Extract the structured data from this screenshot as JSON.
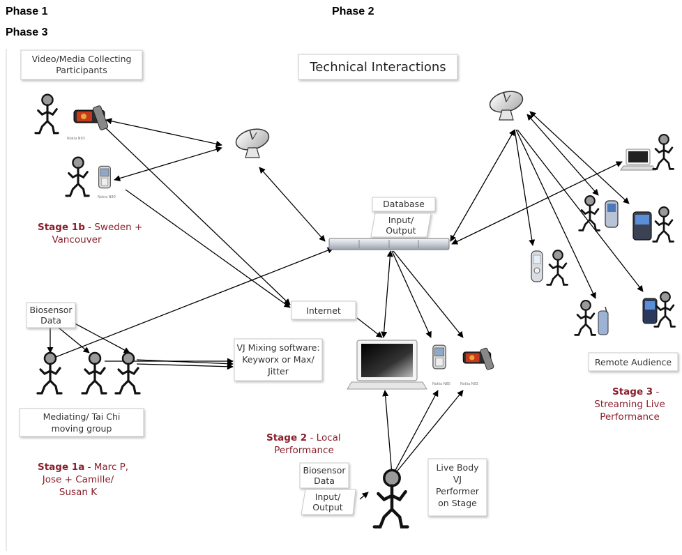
{
  "phases": {
    "phase1": "Phase 1",
    "phase2": "Phase 2",
    "phase3": "Phase 3"
  },
  "title": "Technical Interactions",
  "boxes": {
    "video_media": [
      "Video/Media Collecting",
      "Participants"
    ],
    "database": "Database",
    "db_io": [
      "Input/",
      "Output"
    ],
    "internet": "Internet",
    "biosensor_left": [
      "Biosensor",
      "Data"
    ],
    "vj_mixing": [
      "VJ Mixing software:",
      "Keyworx or Max/",
      "Jitter"
    ],
    "mediating": [
      "Mediating/ Tai Chi",
      "moving group"
    ],
    "biosensor_bottom": [
      "Biosensor",
      "Data"
    ],
    "bottom_io": [
      "Input/",
      "Output"
    ],
    "live_body": [
      "Live Body",
      "VJ",
      "Performer",
      "on Stage"
    ],
    "remote_audience": "Remote Audience"
  },
  "stages": {
    "stage1b": {
      "bold": "Stage 1b",
      "rest_line1": " - Sweden +",
      "line2": "Vancouver"
    },
    "stage1a": {
      "bold": "Stage 1a",
      "rest_line1": " - Marc P,",
      "line2": "Jose  + Camille/",
      "line3": "Susan K"
    },
    "stage2": {
      "bold": "Stage 2",
      "rest_line1": " - Local",
      "line2": "Performance"
    },
    "stage3": {
      "bold": "Stage 3",
      "rest_line1": " -",
      "line2": "Streaming Live",
      "line3": "Performance"
    }
  },
  "device_labels": {
    "n93_top": "Nokia N93",
    "n80_top": "Nokia N80",
    "n80_center": "Nokia N80",
    "n93_center": "Nokia N93"
  },
  "colors": {
    "stage_text": "#8a1f2b",
    "figure_fill": "#9a9a9a",
    "phone_screen": "#c43a1a"
  }
}
